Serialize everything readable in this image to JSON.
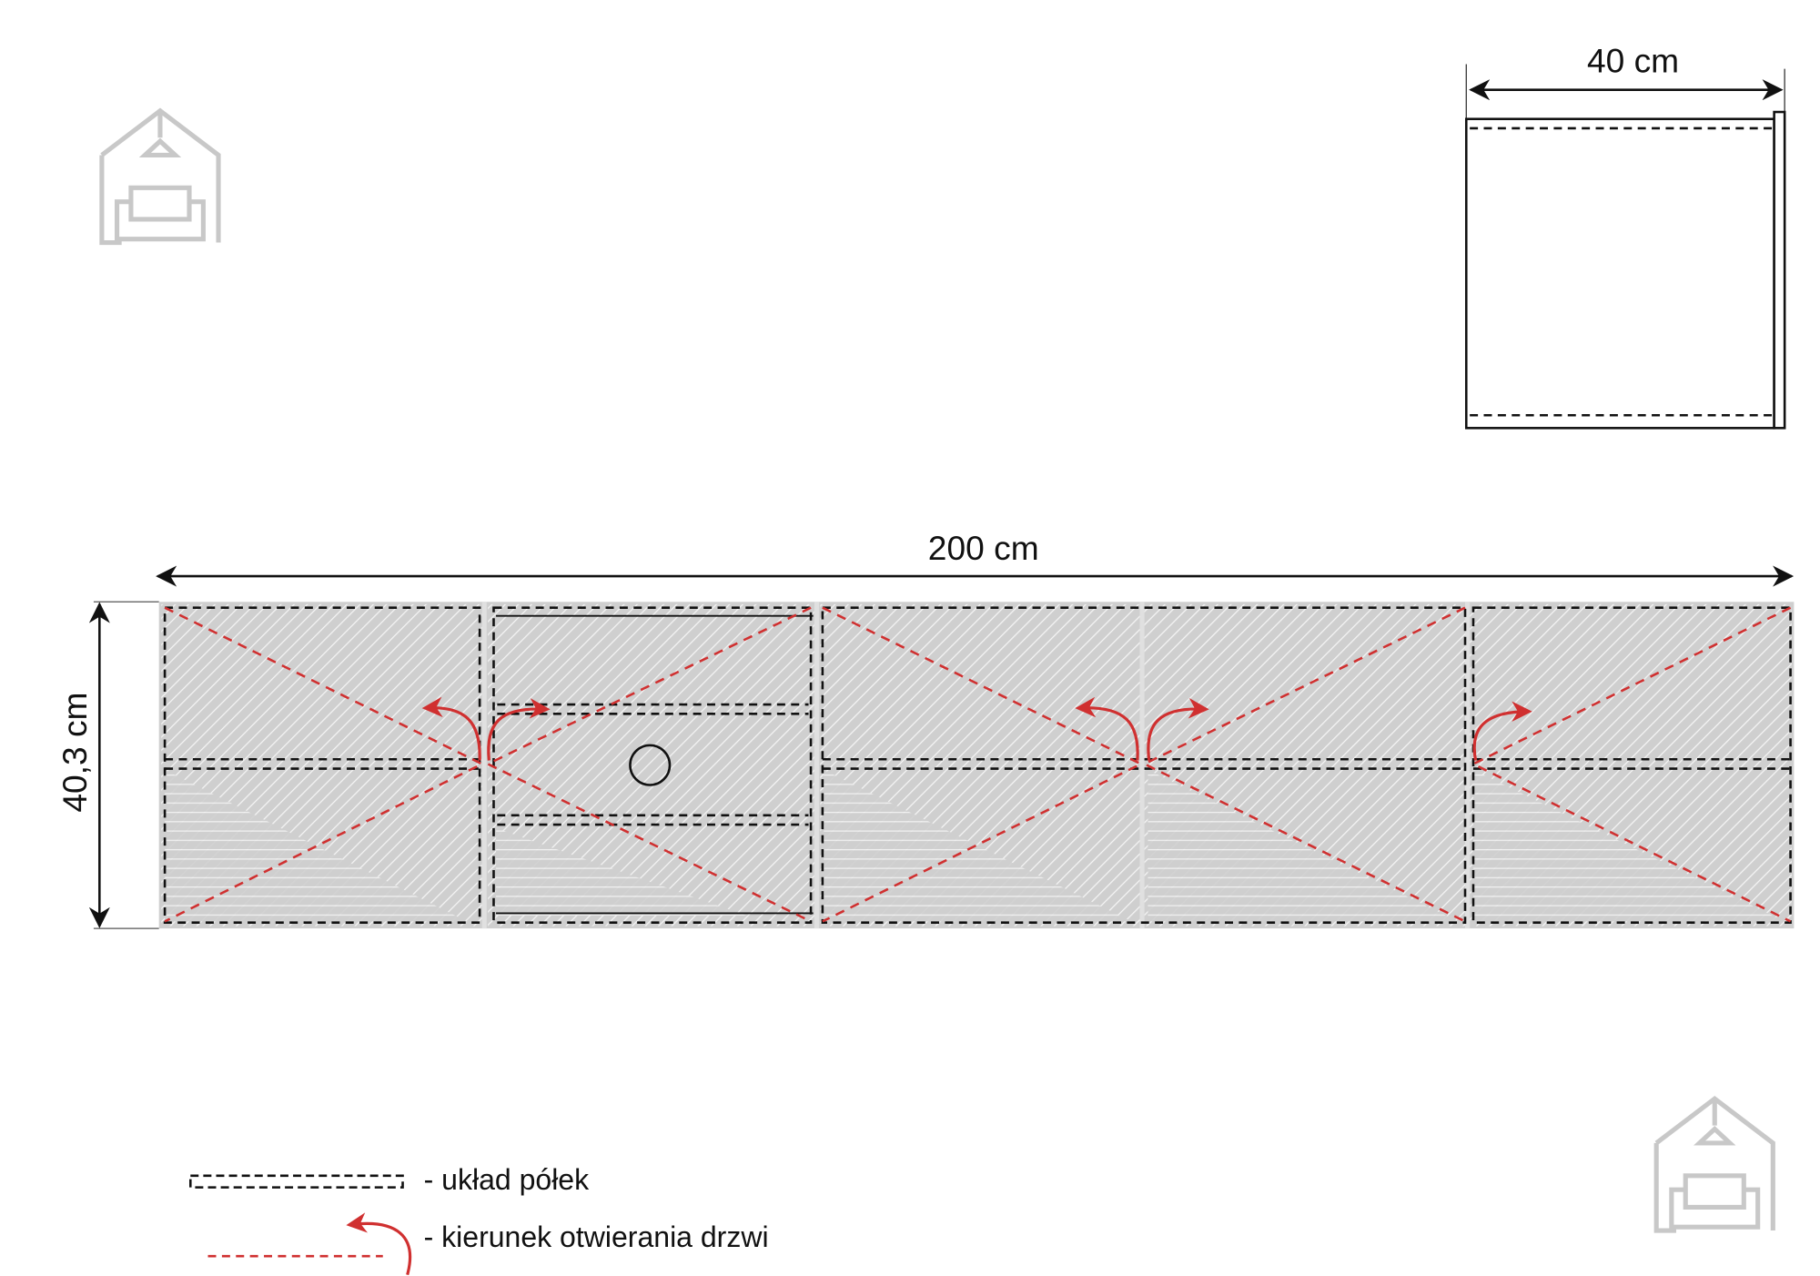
{
  "side_view": {
    "width_label": "40 cm"
  },
  "front_view": {
    "width_label": "200 cm",
    "height_label": "40,3 cm",
    "door_count": 5
  },
  "legend": {
    "shelves_label": "- układ półek",
    "door_direction_label": "- kierunek otwierania drzwi"
  },
  "colors": {
    "door_arrow": "#d03030",
    "panel_fill": "#d0d0d0",
    "logo": "#c8c8c8"
  },
  "icons": {
    "logo": "house-sofa-logo-icon"
  }
}
